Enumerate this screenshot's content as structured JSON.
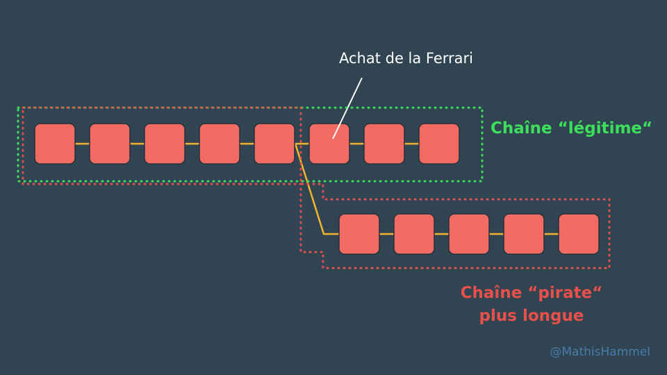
{
  "annotation": "Achat de la Ferrari",
  "legit_chain": {
    "label": "Chaîne “légitime“",
    "block_count": 8
  },
  "pirate_chain": {
    "label_line1": "Chaîne “pirate“",
    "label_line2": "plus longue",
    "block_count": 5
  },
  "credit": "@MathisHammel",
  "colors": {
    "background": "#304451",
    "block": "#f26b63",
    "arrow": "#f5b62e",
    "legit": "#3ce05a",
    "pirate": "#e9504b",
    "annotation": "#ffffff",
    "credit": "#4a7cab"
  }
}
